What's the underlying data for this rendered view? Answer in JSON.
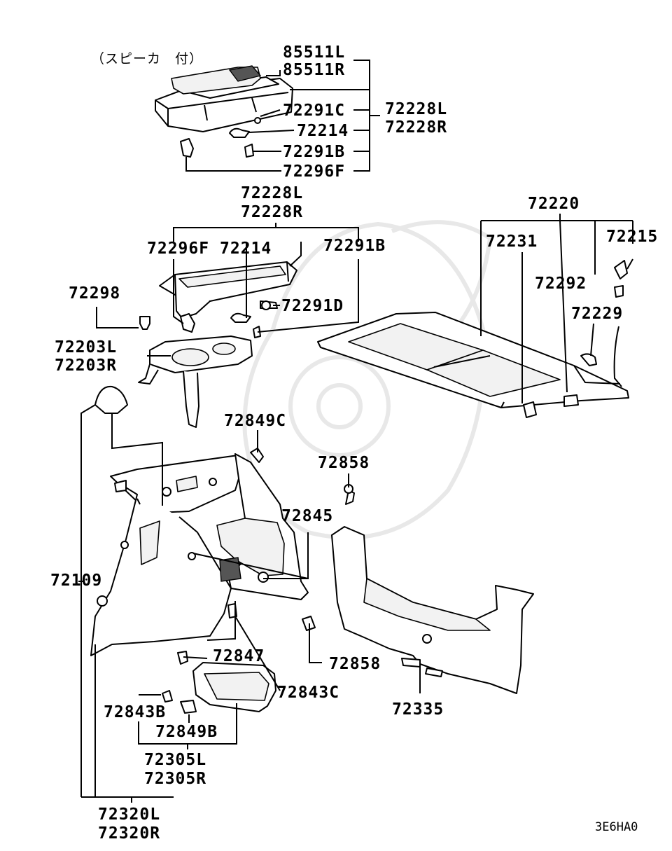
{
  "diagram": {
    "caption_speaker": "（スピーカ　付）",
    "labels": {
      "p85511L": "85511L",
      "p85511R": "85511R",
      "p72291C": "72291C",
      "p72214_top": "72214",
      "p72291B_top": "72291B",
      "p72296F_top": "72296F",
      "p72228L_top": "72228L",
      "p72228R_top": "72228R",
      "p72228L_mid": "72228L",
      "p72228R_mid": "72228R",
      "p72296F_mid": "72296F",
      "p72214_mid": "72214",
      "p72291B_mid": "72291B",
      "p72291D": "72291D",
      "p72298": "72298",
      "p72203L": "72203L",
      "p72203R": "72203R",
      "p72220": "72220",
      "p72231": "72231",
      "p72215": "72215",
      "p72292": "72292",
      "p72229": "72229",
      "p72849C": "72849C",
      "p72858_top": "72858",
      "p72845": "72845",
      "p72109": "72109",
      "p72847": "72847",
      "p72858_bot": "72858",
      "p72843C": "72843C",
      "p72335": "72335",
      "p72843B": "72843B",
      "p72849B": "72849B",
      "p72305L": "72305L",
      "p72305R": "72305R",
      "p72320L": "72320L",
      "p72320R": "72320R"
    },
    "diagram_code": "3E6HA0"
  }
}
